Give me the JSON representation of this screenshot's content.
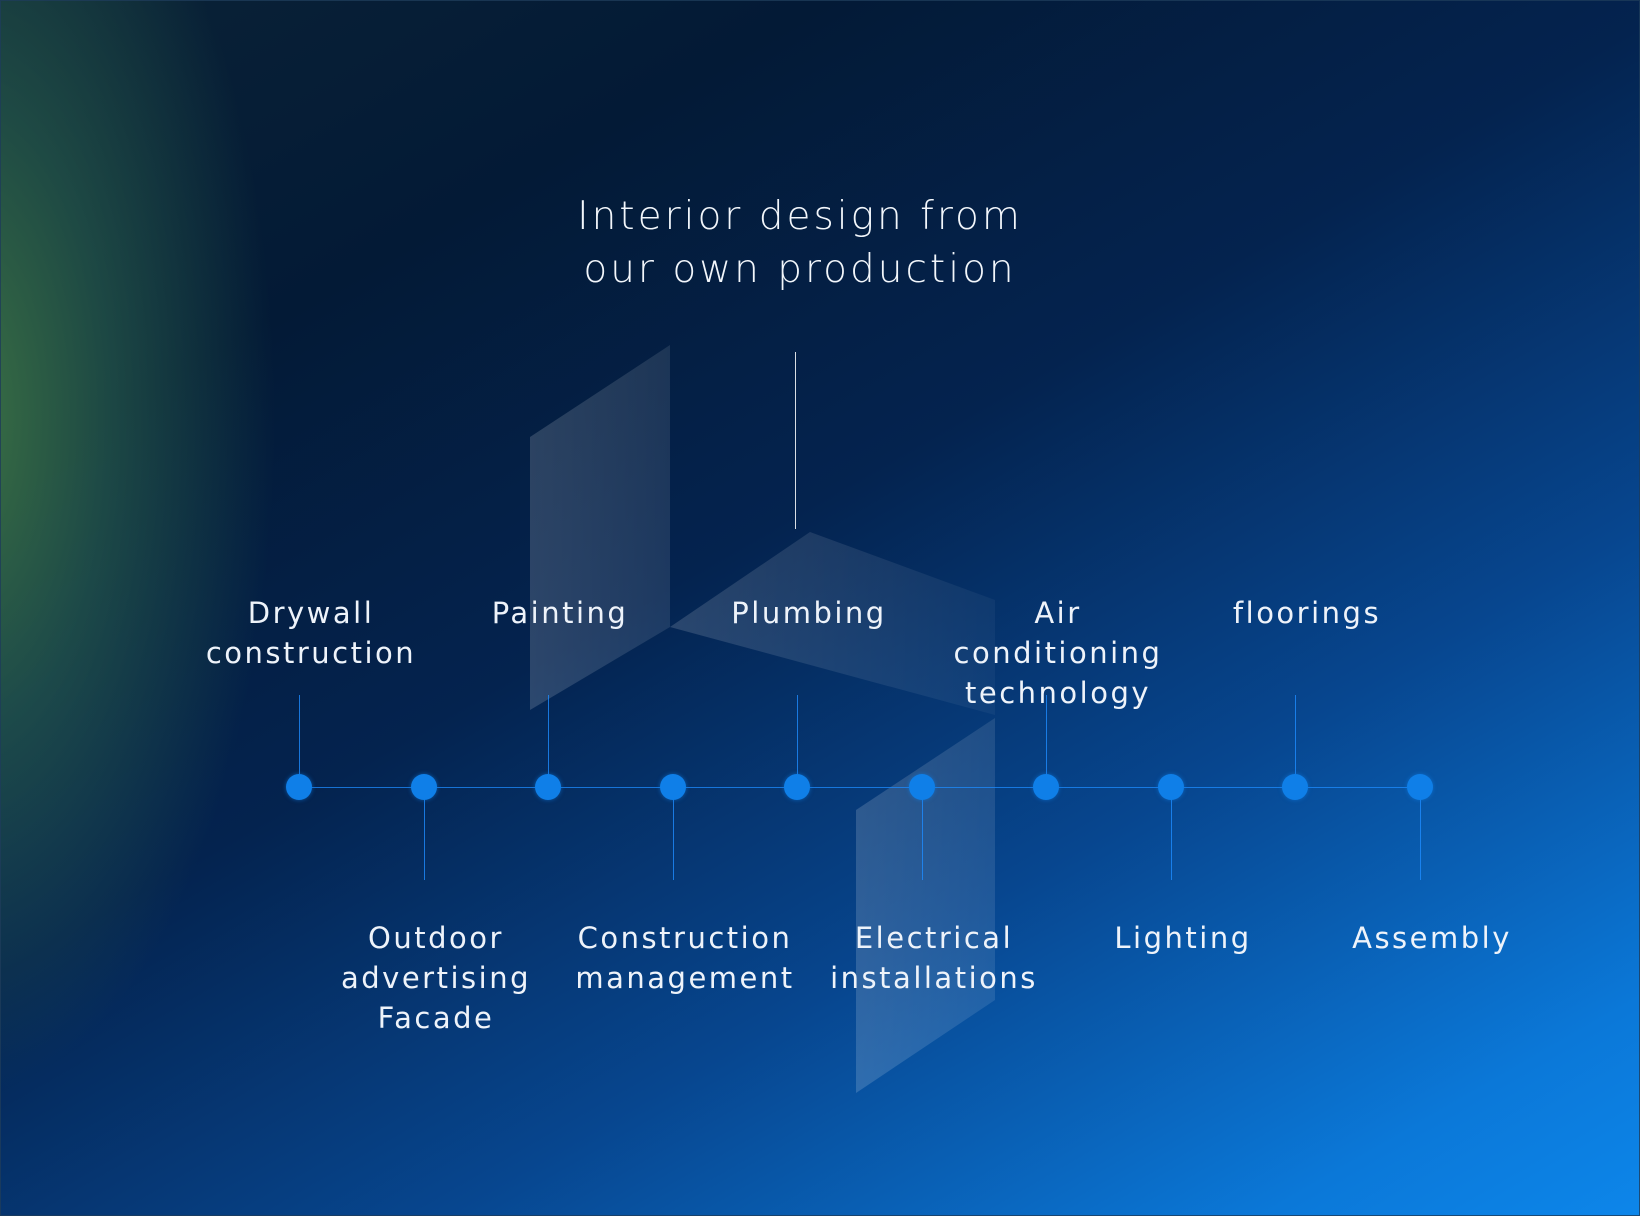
{
  "title": "Interior design from\nour own production",
  "colors": {
    "accent": "#0f7fe8",
    "text": "#f2f6fb",
    "background_dark": "#031a36",
    "background_light": "#0d86ea",
    "background_green": "#3f7a4a"
  },
  "services": [
    {
      "label": "Drywall\nconstruction",
      "side": "top"
    },
    {
      "label": "Outdoor\nadvertising\nFacade",
      "side": "bottom"
    },
    {
      "label": "Painting",
      "side": "top"
    },
    {
      "label": "Construction\nmanagement",
      "side": "bottom"
    },
    {
      "label": "Plumbing",
      "side": "top"
    },
    {
      "label": "Electrical\ninstallations",
      "side": "bottom"
    },
    {
      "label": "Air conditioning\ntechnology",
      "side": "top"
    },
    {
      "label": "Lighting",
      "side": "bottom"
    },
    {
      "label": "floorings",
      "side": "top"
    },
    {
      "label": "Assembly",
      "side": "bottom"
    }
  ]
}
